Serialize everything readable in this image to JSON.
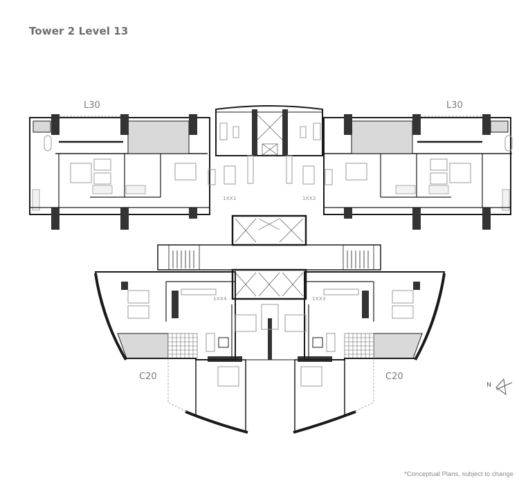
{
  "title": "Tower 2 Level 13",
  "unit_type_labels": {
    "top_left": "L30",
    "top_right": "L30",
    "bottom_left": "C20",
    "bottom_right": "C20"
  },
  "units": [
    {
      "id": "1XX1",
      "label": "1XX1"
    },
    {
      "id": "1XX2",
      "label": "1XX2"
    },
    {
      "id": "1XX3",
      "label": "1XX3"
    },
    {
      "id": "1XX4",
      "label": "1XX4"
    }
  ],
  "compass": {
    "label": "N",
    "icon": "north-arrow-icon"
  },
  "disclaimer": "*Conceptual Plans, subject to change",
  "colors": {
    "wall": "#1a1a1a",
    "column": "#333333",
    "furniture": "#9a9a9a",
    "balcony_fill": "#d9d9d9",
    "text": "#6d6d6d"
  }
}
